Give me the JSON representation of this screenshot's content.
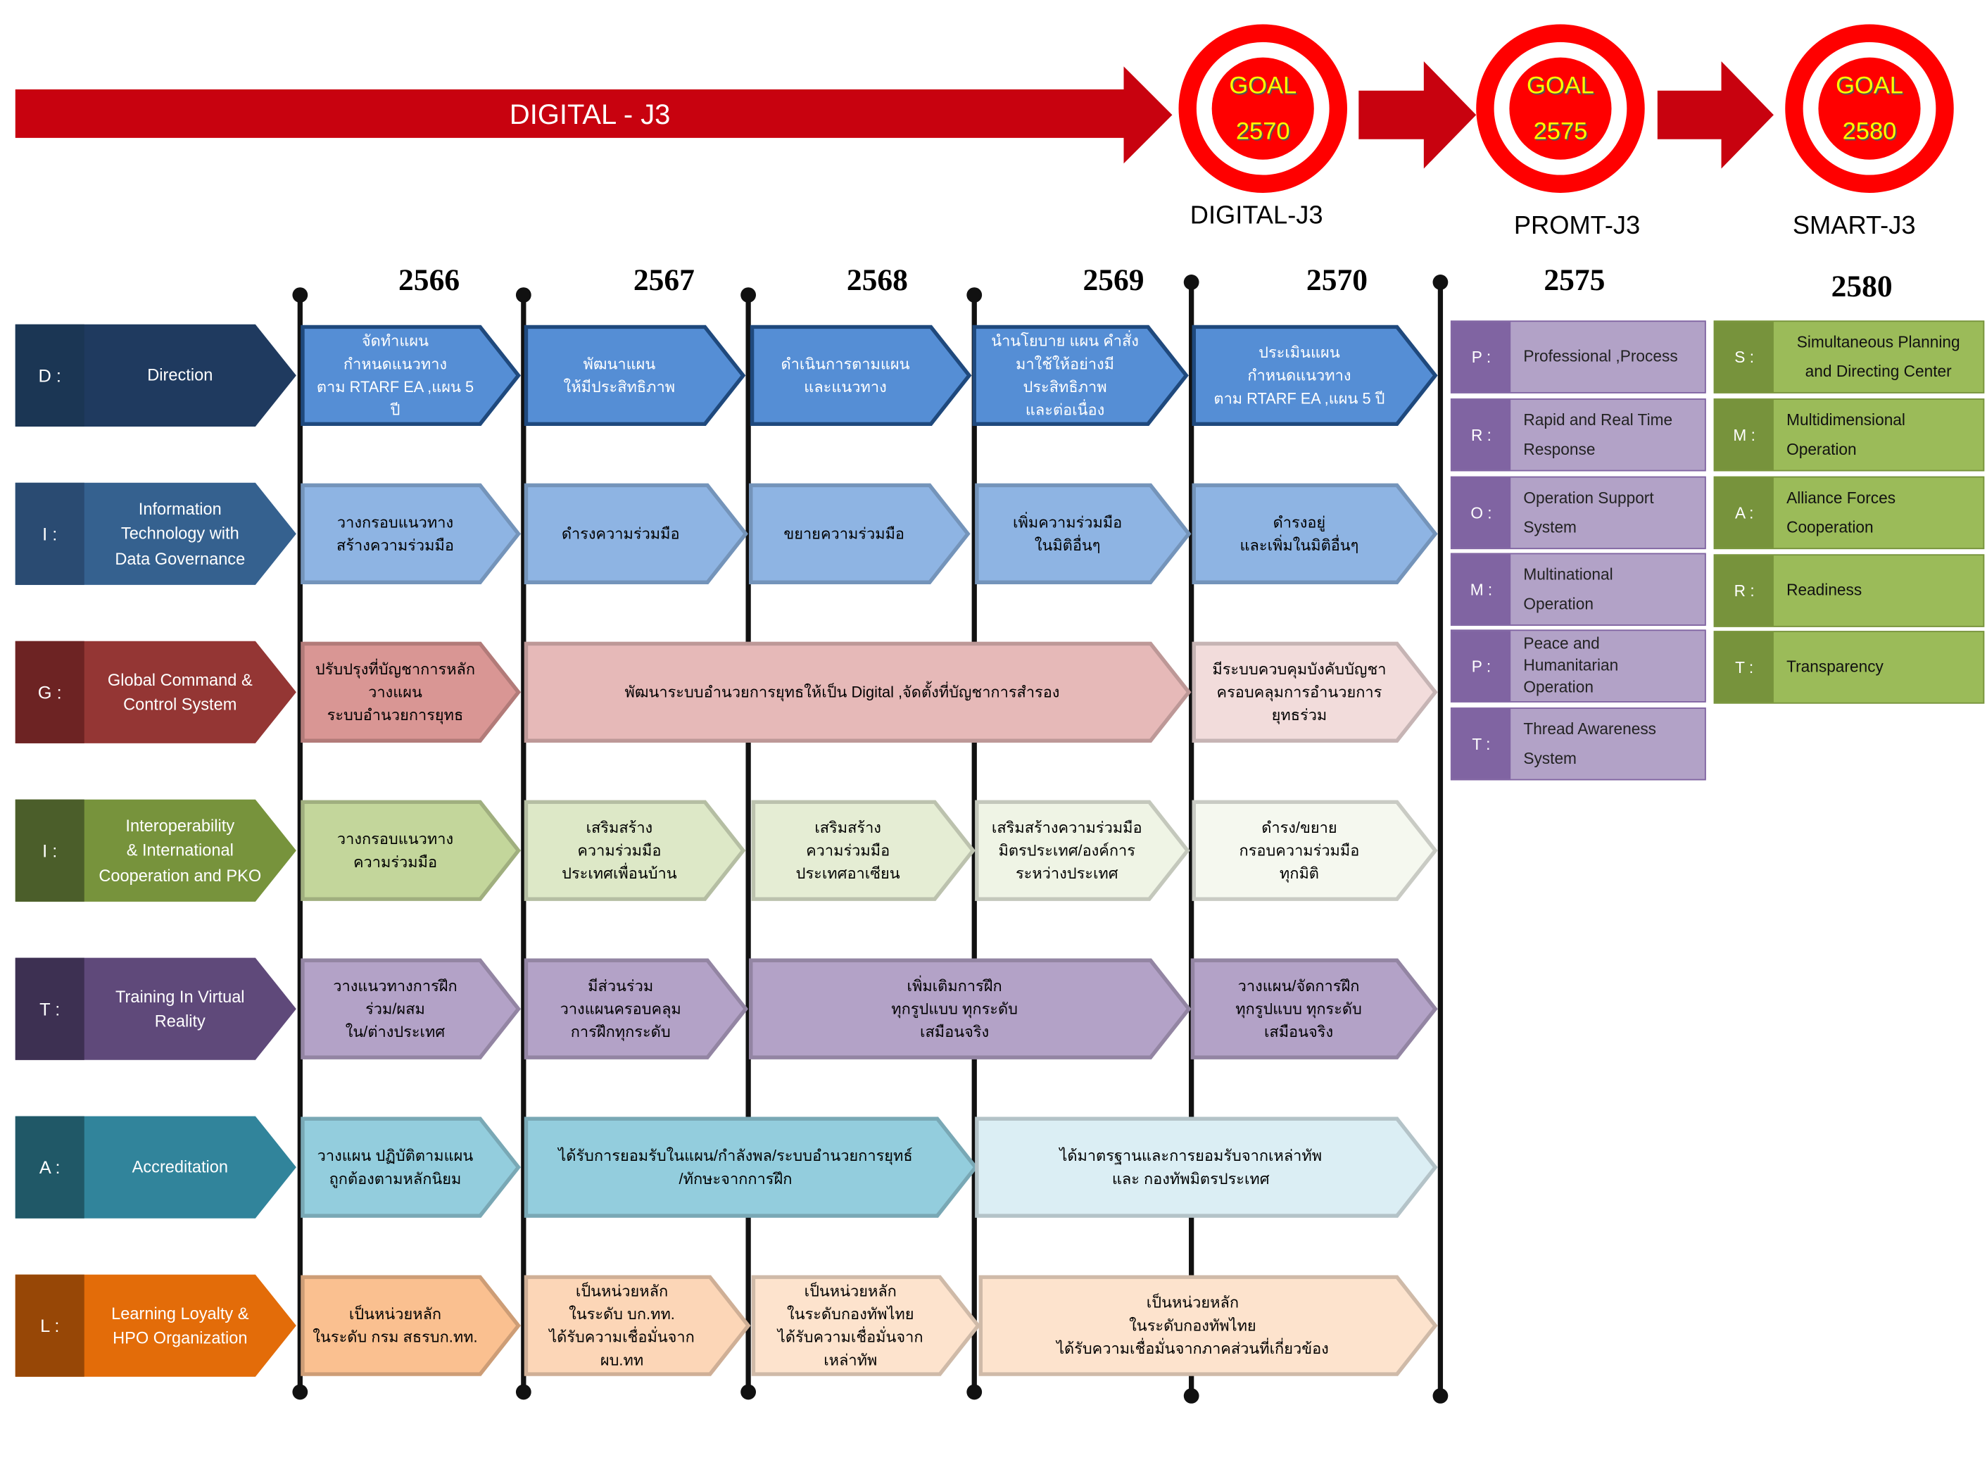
{
  "header": {
    "banner_label": "DIGITAL - J3",
    "banner_color": "#c8020f"
  },
  "goals": [
    {
      "label": "GOAL",
      "year": "2570",
      "caption": "DIGITAL-J3"
    },
    {
      "label": "GOAL",
      "year": "2575",
      "caption": "PROMT-J3"
    },
    {
      "label": "GOAL",
      "year": "2580",
      "caption": "SMART-J3"
    }
  ],
  "years": [
    "2566",
    "2567",
    "2568",
    "2569",
    "2570",
    "2575",
    "2580"
  ],
  "rows": [
    {
      "key": "D :",
      "name": "Direction",
      "key_color": "#1b3654",
      "name_color": "#1f3a5f",
      "items": [
        {
          "text": "จัดทำแผน\nกำหนดแนวทาง\nตาม RTARF EA ,แผน 5 ปี"
        },
        {
          "text": "พัฒนาแผน\nให้มีประสิทธิภาพ"
        },
        {
          "text": "ดำเนินการตามแผน\nและแนวทาง"
        },
        {
          "text": "นำนโยบาย แผน คำสั่ง\nมาใช้ให้อย่างมีประสิทธิภาพ\nและต่อเนื่อง"
        },
        {
          "text": "ประเมินแผน\nกำหนดแนวทาง\nตาม RTARF EA ,แผน 5 ปี"
        }
      ]
    },
    {
      "key": "I :",
      "name": "Information\nTechnology with\nData Governance",
      "key_color": "#2a4b72",
      "name_color": "#35618f",
      "items": [
        {
          "text": "วางกรอบแนวทาง\nสร้างความร่วมมือ"
        },
        {
          "text": "ดำรงความร่วมมือ"
        },
        {
          "text": "ขยายความร่วมมือ"
        },
        {
          "text": "เพิ่มความร่วมมือ\nในมิติอื่นๆ"
        },
        {
          "text": "ดำรงอยู่\nและเพิ่มในมิติอื่นๆ"
        }
      ]
    },
    {
      "key": "G :",
      "name": "Global Command &\nControl System",
      "key_color": "#6d2323",
      "name_color": "#943634",
      "items": [
        {
          "text": "ปรับปรุงที่บัญชาการหลัก\nวางแผน\nระบบอำนวยการยุทธ"
        },
        {
          "text": "พัฒนาระบบอำนวยการยุทธให้เป็น Digital ,จัดตั้งที่บัญชาการสำรอง"
        },
        {
          "text": "มีระบบควบคุมบังคับบัญชา\nครอบคลุมการอำนวยการ\nยุทธร่วม"
        }
      ]
    },
    {
      "key": "I :",
      "name": "Interoperability\n& International\nCooperation and PKO",
      "key_color": "#4b5e2a",
      "name_color": "#77933c",
      "items": [
        {
          "text": "วางกรอบแนวทาง\nความร่วมมือ"
        },
        {
          "text": "เสริมสร้าง\nความร่วมมือ\nประเทศเพื่อนบ้าน"
        },
        {
          "text": "เสริมสร้าง\nความร่วมมือ\nประเทศอาเซียน"
        },
        {
          "text": "เสริมสร้างความร่วมมือ\nมิตรประเทศ/องค์การ\nระหว่างประเทศ"
        },
        {
          "text": "ดำรง/ขยาย\nกรอบความร่วมมือ\nทุกมิติ"
        }
      ]
    },
    {
      "key": "T :",
      "name": "Training In Virtual\nReality",
      "key_color": "#3d3052",
      "name_color": "#5f497a",
      "items": [
        {
          "text": "วางแนวทางการฝึก\nร่วม/ผสม\nใน/ต่างประเทศ"
        },
        {
          "text": "มีส่วนร่วม\nวางแผนครอบคลุม\nการฝึกทุกระดับ"
        },
        {
          "text": "เพิ่มเติมการฝึก\nทุกรูปแบบ ทุกระดับ\nเสมือนจริง"
        },
        {
          "text": "วางแผน/จัดการฝึก\nทุกรูปแบบ ทุกระดับ\nเสมือนจริง"
        }
      ]
    },
    {
      "key": "A :",
      "name": "Accreditation",
      "key_color": "#205867",
      "name_color": "#31849b",
      "items": [
        {
          "text": "วางแผน ปฏิบัติตามแผน\nถูกต้องตามหลักนิยม"
        },
        {
          "text": "ได้รับการยอมรับในแผน/กำลังพล/ระบบอำนวยการยุทธ์\n/ทักษะจากการฝึก"
        },
        {
          "text": "ได้มาตรฐานและการยอมรับจากเหล่าทัพ\nและ กองทัพมิตรประเทศ"
        }
      ]
    },
    {
      "key": "L :",
      "name": "Learning  Loyalty &\nHPO Organization",
      "key_color": "#974706",
      "name_color": "#e36c09",
      "items": [
        {
          "text": "เป็นหน่วยหลัก\nในระดับ กรม สธรบก.ทท."
        },
        {
          "text": "เป็นหน่วยหลัก\nในระดับ บก.ทท.\nได้รับความเชื่อมั่นจาก ผบ.ทท"
        },
        {
          "text": "เป็นหน่วยหลัก\nในระดับกองทัพไทย\nได้รับความเชื่อมั่นจาก เหล่าทัพ"
        },
        {
          "text": "เป็นหน่วยหลัก\nในระดับกองทัพไทย\nได้รับความเชื่อมั่นจากภาคส่วนที่เกี่ยวข้อง"
        }
      ]
    }
  ],
  "promt": [
    {
      "key": "P :",
      "text": "Professional ,Process"
    },
    {
      "key": "R :",
      "text": "Rapid and Real Time\nResponse"
    },
    {
      "key": "O :",
      "text": "Operation Support\nSystem"
    },
    {
      "key": "M :",
      "text": "Multinational\nOperation"
    },
    {
      "key": "P :",
      "text": "Peace and\nHumanitarian\nOperation"
    },
    {
      "key": "T :",
      "text": "Thread Awareness\nSystem"
    }
  ],
  "smart": [
    {
      "key": "S :",
      "text": "Simultaneous Planning\nand Directing Center"
    },
    {
      "key": "M :",
      "text": "Multidimensional\nOperation"
    },
    {
      "key": "A :",
      "text": "Alliance Forces\nCooperation"
    },
    {
      "key": "R :",
      "text": "Readiness"
    },
    {
      "key": "T :",
      "text": "Transparency"
    }
  ],
  "colors": {
    "promt_key": "#8064a2",
    "promt_text": "#b2a2c7",
    "smart_key": "#77933c",
    "smart_text": "#9bbb59"
  }
}
